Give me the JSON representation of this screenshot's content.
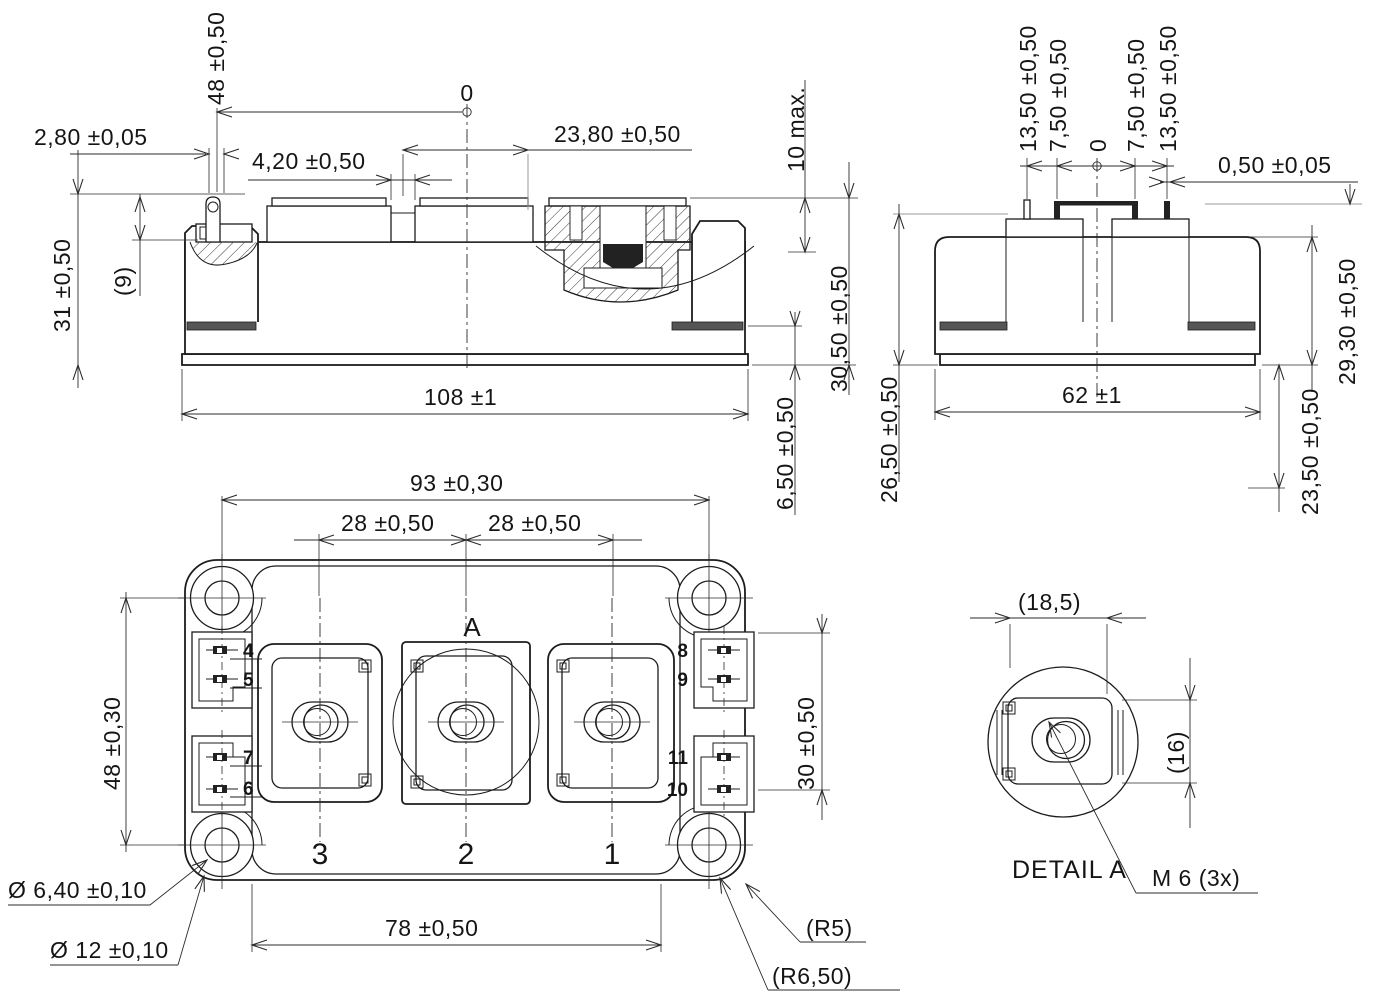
{
  "drawing": {
    "front_view": {
      "dim_pin_height": "48 ±0,50",
      "dim_pin_width": "2,80 ±0,05",
      "dim_gap": "4,20 ±0,50",
      "dim_terminal_offset": "23,80 ±0,50",
      "datum": "0",
      "dim_screw_max": "10 max.",
      "dim_height_cover": "30,50 ±0,50",
      "dim_height_pin_plane": "31 ±0,50",
      "dim_aux": "(9)",
      "dim_width": "108 ±1",
      "dim_foot": "6,50 ±0,50"
    },
    "side_view": {
      "dim_pin_13_5_l": "13,50 ±0,50",
      "dim_pin_7_5_l": "7,50 ±0,50",
      "datum": "0",
      "dim_pin_7_5_r": "7,50 ±0,50",
      "dim_pin_13_5_r": "13,50 ±0,50",
      "dim_pin_offset": "0,50 ±0,05",
      "dim_height_total": "29,30 ±0,50",
      "dim_height_body": "26,50 ±0,50",
      "dim_height_lower": "23,50 ±0,50",
      "dim_depth": "62 ±1"
    },
    "top_view": {
      "dim_hole_span_x": "93 ±0,30",
      "dim_terminal_pitch_l": "28 ±0,50",
      "dim_terminal_pitch_r": "28 ±0,50",
      "dim_hole_span_y": "48 ±0,30",
      "dim_signal_span": "30 ±0,50",
      "dim_terminal_span": "78 ±0,50",
      "dim_hole_inner": "Ø 6,40 ±0,10",
      "dim_hole_outer": "Ø 12 ±0,10",
      "dim_radius_lug": "(R5)",
      "dim_radius_corner": "(R6,50)",
      "detail_marker": "A",
      "terminals": [
        "3",
        "2",
        "1"
      ],
      "signal_pins_left": [
        "4",
        "5",
        "7",
        "6"
      ],
      "signal_pins_right": [
        "8",
        "9",
        "11",
        "10"
      ]
    },
    "detail_view": {
      "title": "DETAIL A",
      "dim_width": "(18,5)",
      "dim_height": "(16)",
      "thread_spec": "M 6 (3x)"
    }
  }
}
